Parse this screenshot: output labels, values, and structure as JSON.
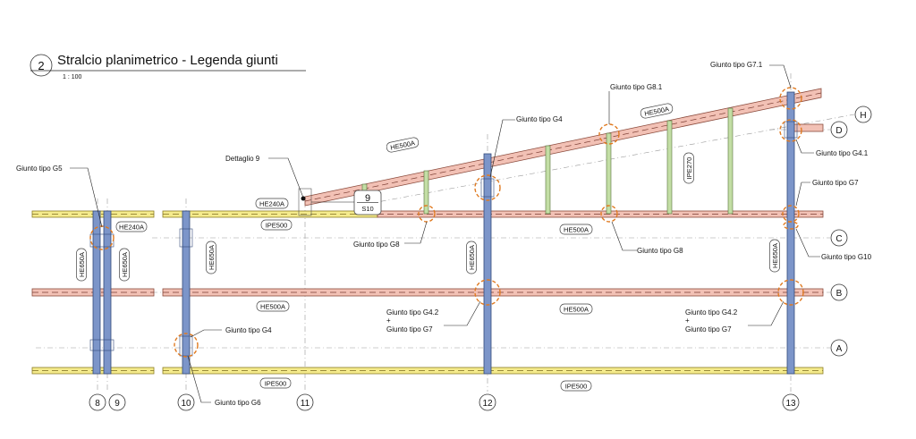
{
  "view": {
    "number": "2",
    "title": "Stralcio planimetrico  - Legenda giunti",
    "scale": "1 : 100"
  },
  "grid": {
    "vertical": [
      "8",
      "9",
      "10",
      "11",
      "12",
      "13"
    ],
    "horizontal": [
      "A",
      "B",
      "C",
      "D",
      "H"
    ]
  },
  "detail": {
    "label": "Dettaglio 9",
    "ref_number": "9",
    "ref_sheet": "S10"
  },
  "sections": {
    "he650a": "HE650A",
    "he500a": "HE500A",
    "ipe500": "IPE500",
    "he240a": "HE240A",
    "ipe270": "IPE270"
  },
  "joints": {
    "g5": "Giunto tipo G5",
    "g4": "Giunto tipo G4",
    "g6": "Giunto tipo G6",
    "g8": "Giunto tipo G8",
    "g81": "Giunto tipo G8.1",
    "g71": "Giunto tipo G7.1",
    "g41": "Giunto tipo G4.1",
    "g7": "Giunto tipo G7",
    "g10": "Giunto tipo G10",
    "g42": "Giunto tipo G4.2",
    "plus": "+"
  },
  "colors": {
    "main_beam": "#f2c1b5",
    "secondary_beam": "#f5eb8c",
    "column": "#7c95c9",
    "purlin": "#c3dea5",
    "joint_marker": "#e07a20"
  }
}
